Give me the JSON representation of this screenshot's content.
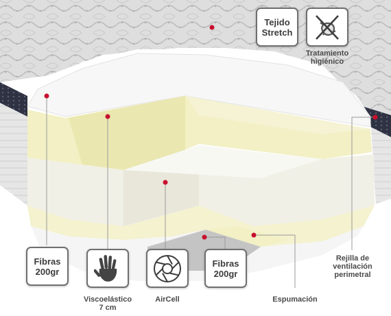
{
  "colors": {
    "accent_dot": "#c8102e",
    "badge_border": "#6f6f6f",
    "caption_text": "#4a4a4a",
    "viscoelastic_layer": "#f2f0c4",
    "foam_layer": "#f1f0e6",
    "quilt": "#dcdcdc",
    "border_band": "#2e3242"
  },
  "badges": {
    "fabric": {
      "line1": "Tejido",
      "line2": "Stretch"
    },
    "top_fibers": {
      "line1": "Fibras",
      "line2": "200gr"
    },
    "bottom_fibers": {
      "line1": "Fibras",
      "line2": "200gr"
    },
    "viscoelastic_icon": "hand-print-icon",
    "aircell_icon": "aperture-icon",
    "hygienic_icon": "crossed-out-germ-icon"
  },
  "captions": {
    "hygienic": {
      "line1": "Tratamiento",
      "line2": "higiénico"
    },
    "viscoelastic": {
      "line1": "Viscoelástico",
      "line2": "7 cm"
    },
    "aircell": "AirCell",
    "foam": "Espumación",
    "ventilation": {
      "line1": "Rejilla de",
      "line2": "ventilación",
      "line3": "perimetral"
    }
  }
}
